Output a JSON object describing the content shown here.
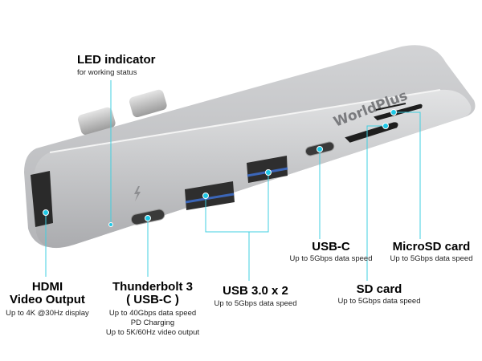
{
  "brand": "WorldPlus",
  "accent_color": "#1ec8e6",
  "callouts": {
    "led": {
      "title": "LED indicator",
      "desc": "for working status"
    },
    "hdmi": {
      "title_line1": "HDMI",
      "title_line2": "Video Output",
      "desc": "Up to 4K @30Hz display"
    },
    "thunderbolt": {
      "title_line1": "Thunderbolt 3",
      "title_line2": "( USB-C )",
      "desc_lines": [
        "Up to 40Gbps data speed",
        "PD Charging",
        "Up to 5K/60Hz video output"
      ]
    },
    "usb3": {
      "title": "USB 3.0 x 2",
      "desc": "Up to 5Gbps data speed"
    },
    "usbc": {
      "title": "USB-C",
      "desc": "Up to 5Gbps data speed"
    },
    "sd": {
      "title": "SD card",
      "desc": "Up to 5Gbps data speed"
    },
    "microsd": {
      "title": "MicroSD card",
      "desc": "Up to 5Gbps data speed"
    }
  }
}
